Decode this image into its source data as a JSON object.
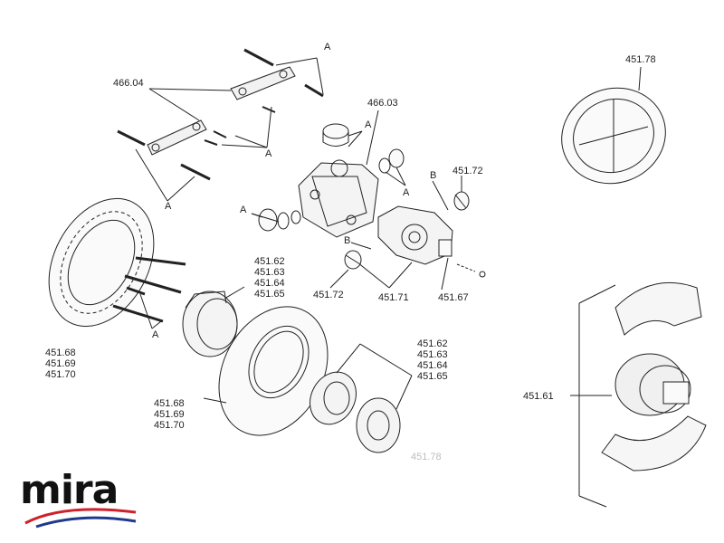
{
  "figure": {
    "brand": "mira",
    "labels": {
      "part_466_04": "466.04",
      "part_466_03": "466.03",
      "part_451_72_top": "451.72",
      "part_451_72_bottom": "451.72",
      "part_451_71": "451.71",
      "part_451_67": "451.67",
      "part_451_78_top": "451.78",
      "part_451_78_faded": "451.78",
      "part_451_61": "451.61",
      "ring_group_left": [
        "451.68",
        "451.69",
        "451.70"
      ],
      "ring_group_center": [
        "451.68",
        "451.69",
        "451.70"
      ],
      "sleeve_group_left": [
        "451.62",
        "451.63",
        "451.64",
        "451.65"
      ],
      "sleeve_group_right": [
        "451.62",
        "451.63",
        "451.64",
        "451.65"
      ],
      "A": "A",
      "B": "B"
    },
    "colors": {
      "line": "#222222",
      "logo_red": "#d0202a",
      "logo_blue": "#1f3a8a"
    }
  }
}
